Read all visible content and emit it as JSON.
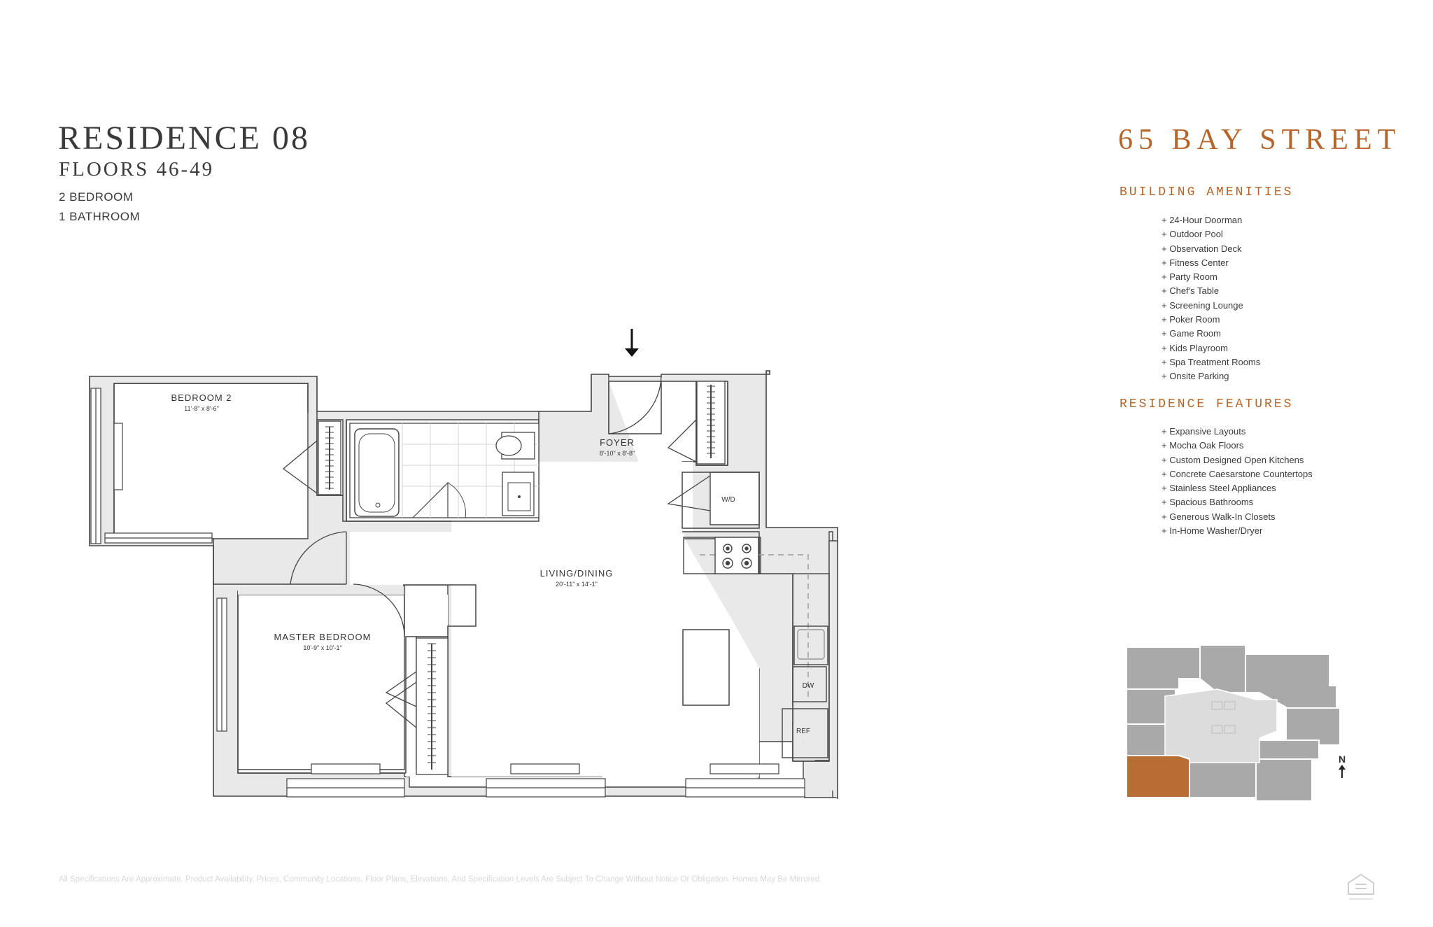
{
  "residence": {
    "title": "RESIDENCE 08",
    "floors": "FLOORS 46-49",
    "bedrooms": "2 BEDROOM",
    "bathrooms": "1 BATHROOM"
  },
  "building": {
    "name": "65 BAY STREET",
    "amenities_heading": "BUILDING AMENITIES",
    "amenities": [
      "+ 24-Hour Doorman",
      "+ Outdoor Pool",
      "+ Observation Deck",
      "+ Fitness Center",
      "+ Party Room",
      "+ Chef's Table",
      "+ Screening Lounge",
      "+ Poker Room",
      "+ Game Room",
      "+ Kids Playroom",
      "+ Spa Treatment Rooms",
      "+ Onsite Parking"
    ],
    "features_heading": "RESIDENCE FEATURES",
    "features": [
      "+ Expansive Layouts",
      "+ Mocha Oak Floors",
      "+ Custom Designed Open Kitchens",
      "+ Concrete Caesarstone Countertops",
      "+ Stainless Steel Appliances",
      "+ Spacious Bathrooms",
      "+ Generous Walk-In Closets",
      "+ In-Home Washer/Dryer"
    ]
  },
  "floorplan": {
    "rooms": {
      "bedroom2": {
        "name": "BEDROOM 2",
        "dims": "11'-8\" x 8'-6\""
      },
      "foyer": {
        "name": "FOYER",
        "dims": "8'-10\" x 8'-8\""
      },
      "living": {
        "name": "LIVING/DINING",
        "dims": "20'-11\" x 14'-1\""
      },
      "master": {
        "name": "MASTER BEDROOM",
        "dims": "10'-9\" x 10'-1\""
      }
    },
    "appliances": {
      "wd": "W/D",
      "dw": "DW",
      "ref": "REF"
    }
  },
  "keyplan": {
    "north": "N",
    "highlight_color": "#b86d35",
    "unit_color": "#a9a9a9",
    "core_color": "#dcdcdc"
  },
  "colors": {
    "accent": "#b5652a",
    "wall": "#e9e9e9",
    "line": "#444444"
  },
  "disclaimer": "All Specifications Are Approximate. Product Availability, Prices, Community Locations, Floor Plans, Elevations, And Specification Levels Are Subject To Change Without Notice Or Obligation. Homes May Be Mirrored."
}
